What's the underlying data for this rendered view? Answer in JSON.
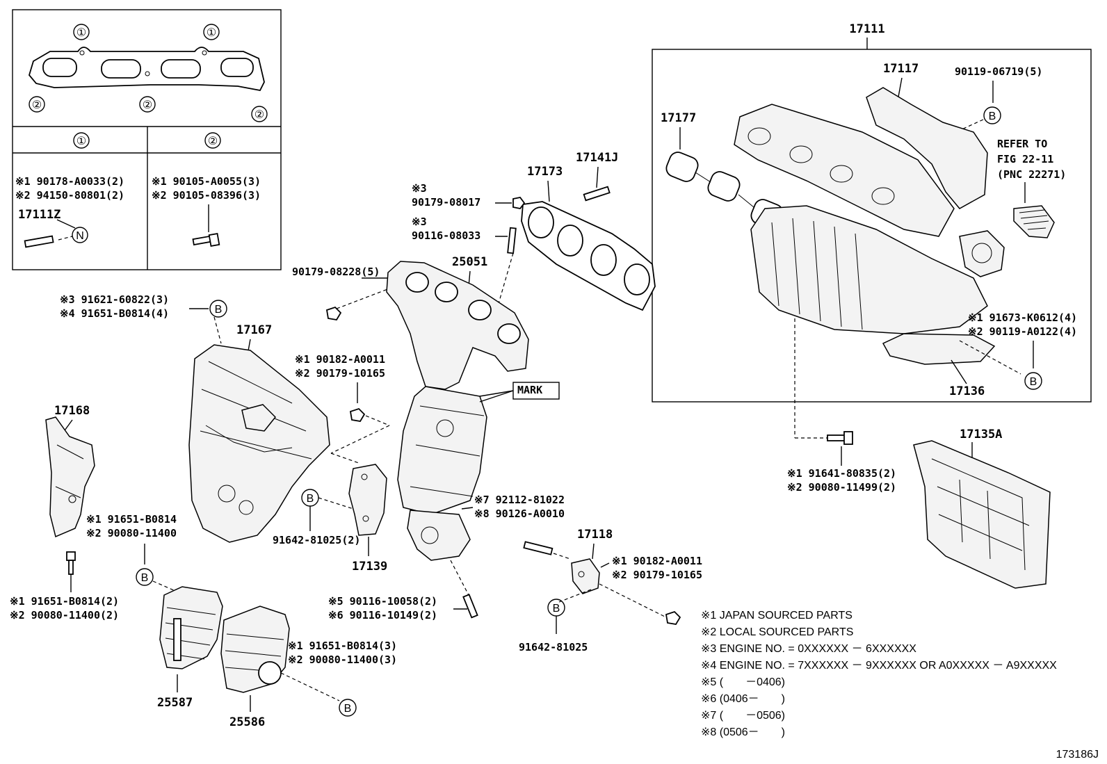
{
  "inset": {
    "gasket_callouts": [
      "①",
      "①",
      "②",
      "②",
      "②"
    ],
    "columns": [
      {
        "header": "①",
        "lines": [
          "※1 90178-A0033(2)",
          "※2 94150-80801(2)"
        ],
        "part": "17111Z",
        "ref": "N"
      },
      {
        "header": "②",
        "lines": [
          "※1 90105-A0055(3)",
          "※2 90105-08396(3)"
        ]
      }
    ]
  },
  "labels": {
    "p17111": "17111",
    "p17117": "17117",
    "p90119_06719": "90119-06719(5)",
    "p17177": "17177",
    "refer_line1": "REFER TO",
    "refer_line2": "FIG 22-11",
    "refer_line3": "(PNC 22271)",
    "p17173": "17173",
    "p17141J": "17141J",
    "m3a": "※3",
    "p90179_08017": "90179-08017",
    "m3b": "※3",
    "p90116_08033": "90116-08033",
    "p90179_08228": "90179-08228(5)",
    "p25051": "25051",
    "hp_line1": "※3 91621-60822(3)",
    "hp_line2": "※4 91651-B0814(4)",
    "p17167": "17167",
    "nut1_line1": "※1 90182-A0011",
    "nut1_line2": "※2 90179-10165",
    "mark": "MARK",
    "p17168": "17168",
    "bolt168_line1": "※1 91651-B0814",
    "bolt168_line2": "※2 90080-11400",
    "b17168_line1": "※1 91651-B0814(2)",
    "b17168_line2": "※2 90080-11400(2)",
    "p91642_81025_2": "91642-81025(2)",
    "p17139": "17139",
    "stud7_line1": "※7 92112-81022",
    "stud7_line2": "※8 90126-A0010",
    "p17118": "17118",
    "nut2_line1": "※1 90182-A0011",
    "nut2_line2": "※2 90179-10165",
    "stud5_line1": "※5 90116-10058(2)",
    "stud5_line2": "※6 90116-10149(2)",
    "p91642_81025": "91642-81025",
    "p25587": "25587",
    "p25586": "25586",
    "b25586_line1": "※1 91651-B0814(3)",
    "b25586_line2": "※2 90080-11400(3)",
    "im_line1": "※1 91673-K0612(4)",
    "im_line2": "※2 90119-A0122(4)",
    "p17136": "17136",
    "p17135A": "17135A",
    "b17135_line1": "※1 91641-80835(2)",
    "b17135_line2": "※2 90080-11499(2)",
    "fig_no": "173186J"
  },
  "refs": [
    "B",
    "B",
    "B",
    "B",
    "B",
    "B",
    "B"
  ],
  "notes": [
    "※1 JAPAN SOURCED PARTS",
    "※2 LOCAL SOURCED PARTS",
    "※3 ENGINE NO. = 0XXXXXX － 6XXXXXX",
    "※4 ENGINE NO. = 7XXXXXX － 9XXXXXX OR A0XXXXX － A9XXXXX",
    "※5 (　　－0406)",
    "※6 (0406－　　)",
    "※7 (　　－0506)",
    "※8 (0506－　　)"
  ]
}
